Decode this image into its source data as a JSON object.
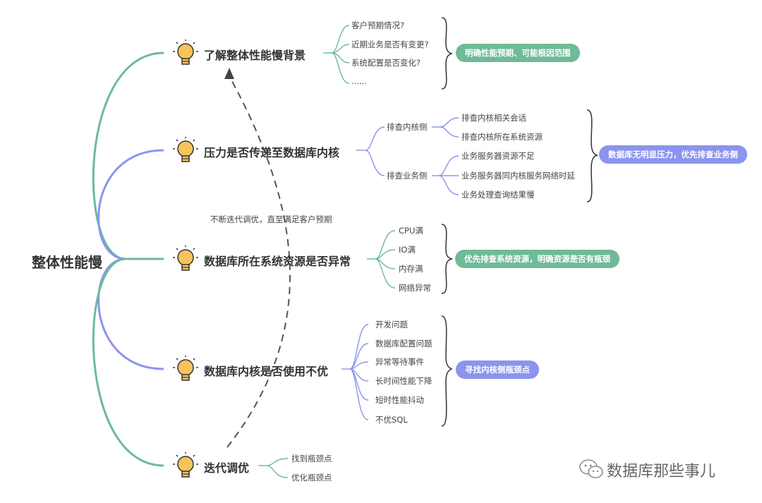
{
  "root": "整体性能慢",
  "branches": [
    {
      "title": "了解整体性能慢背景",
      "leaves": [
        "客户预期情况?",
        "近期业务是否有变更?",
        "系统配置是否变化?",
        "......"
      ],
      "summary": "明确性能预期、可能根因范围"
    },
    {
      "title": "压力是否传递至数据库内核",
      "groups": [
        {
          "label": "排查内核侧",
          "leaves": [
            "排查内核相关会话",
            "排查内核所在系统资源"
          ]
        },
        {
          "label": "排查业务侧",
          "leaves": [
            "业务服务器资源不足",
            "业务服务器同内核服务网络时延",
            "业务处理查询结果慢"
          ]
        }
      ],
      "summary": "数据库无明显压力，优先排查业务侧"
    },
    {
      "title": "数据库所在系统资源是否异常",
      "leaves": [
        "CPU满",
        "IO满",
        "内存满",
        "网络异常"
      ],
      "summary": "优先排查系统资源，明确资源是否有瓶颈"
    },
    {
      "title": "数据库内核是否使用不优",
      "leaves": [
        "开发问题",
        "数据库配置问题",
        "异常等待事件",
        "长时间性能下降",
        "短时性能抖动",
        "不优SQL"
      ],
      "summary": "寻找内核侧瓶颈点"
    },
    {
      "title": "迭代调优",
      "leaves": [
        "找到瓶颈点",
        "优化瓶颈点"
      ]
    }
  ],
  "loop_note": "不断迭代调优，直至满足客户预期",
  "watermark": "数据库那些事儿",
  "colors": {
    "green": "#6fba97",
    "blue": "#8b94ee",
    "bulb": "#f7c35a"
  }
}
